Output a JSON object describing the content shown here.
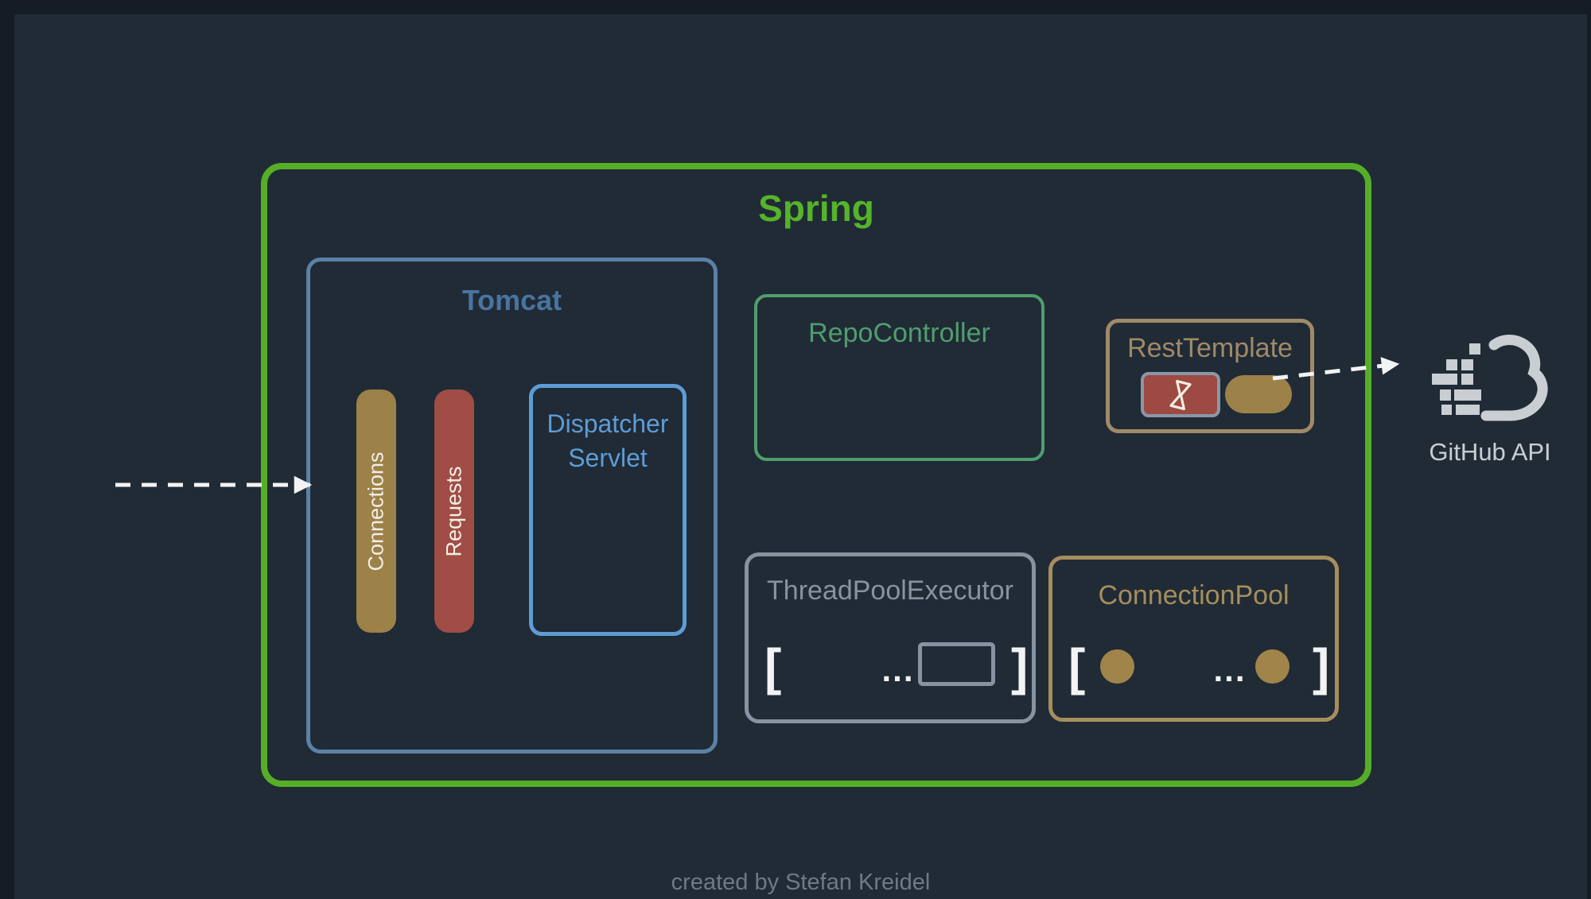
{
  "credit": "created by Stefan Kreidel",
  "colors": {
    "frame_bg": "#151c25",
    "panel_bg": "#202b36",
    "spring_green": "#56ae27",
    "tomcat_blue": "#5b81a7",
    "dispatcher_blue": "#5e9cd6",
    "connections_tan": "#9c8149",
    "requests_red": "#a04d45",
    "repo_green": "#4f9e6d",
    "rest_tan": "#a08a68",
    "busy_border_gray": "#8a97a7",
    "pool_gray": "#8793a1",
    "cpool_tan": "#a68e5c",
    "github_gray": "#c9ced3",
    "white": "#f2f3f4"
  },
  "spring": {
    "title": "Spring"
  },
  "tomcat": {
    "title": "Tomcat",
    "connections_label": "Connections",
    "requests_label": "Requests",
    "dispatcher_label": "Dispatcher Servlet"
  },
  "repo_controller": {
    "title": "RepoController"
  },
  "rest_template": {
    "title": "RestTemplate",
    "busy_icon": "hourglass-icon",
    "idle_icon": "idle-resource-pill"
  },
  "thread_pool": {
    "title": "ThreadPoolExecutor"
  },
  "connection_pool": {
    "title": "ConnectionPool"
  },
  "pool_notation": {
    "open": "[",
    "close": "]",
    "ellipsis": "..."
  },
  "github": {
    "label": "GitHub API",
    "icon": "cloud-icon"
  },
  "arrows": {
    "incoming": "incoming-requests-arrow",
    "outgoing": "outbound-api-arrow"
  }
}
